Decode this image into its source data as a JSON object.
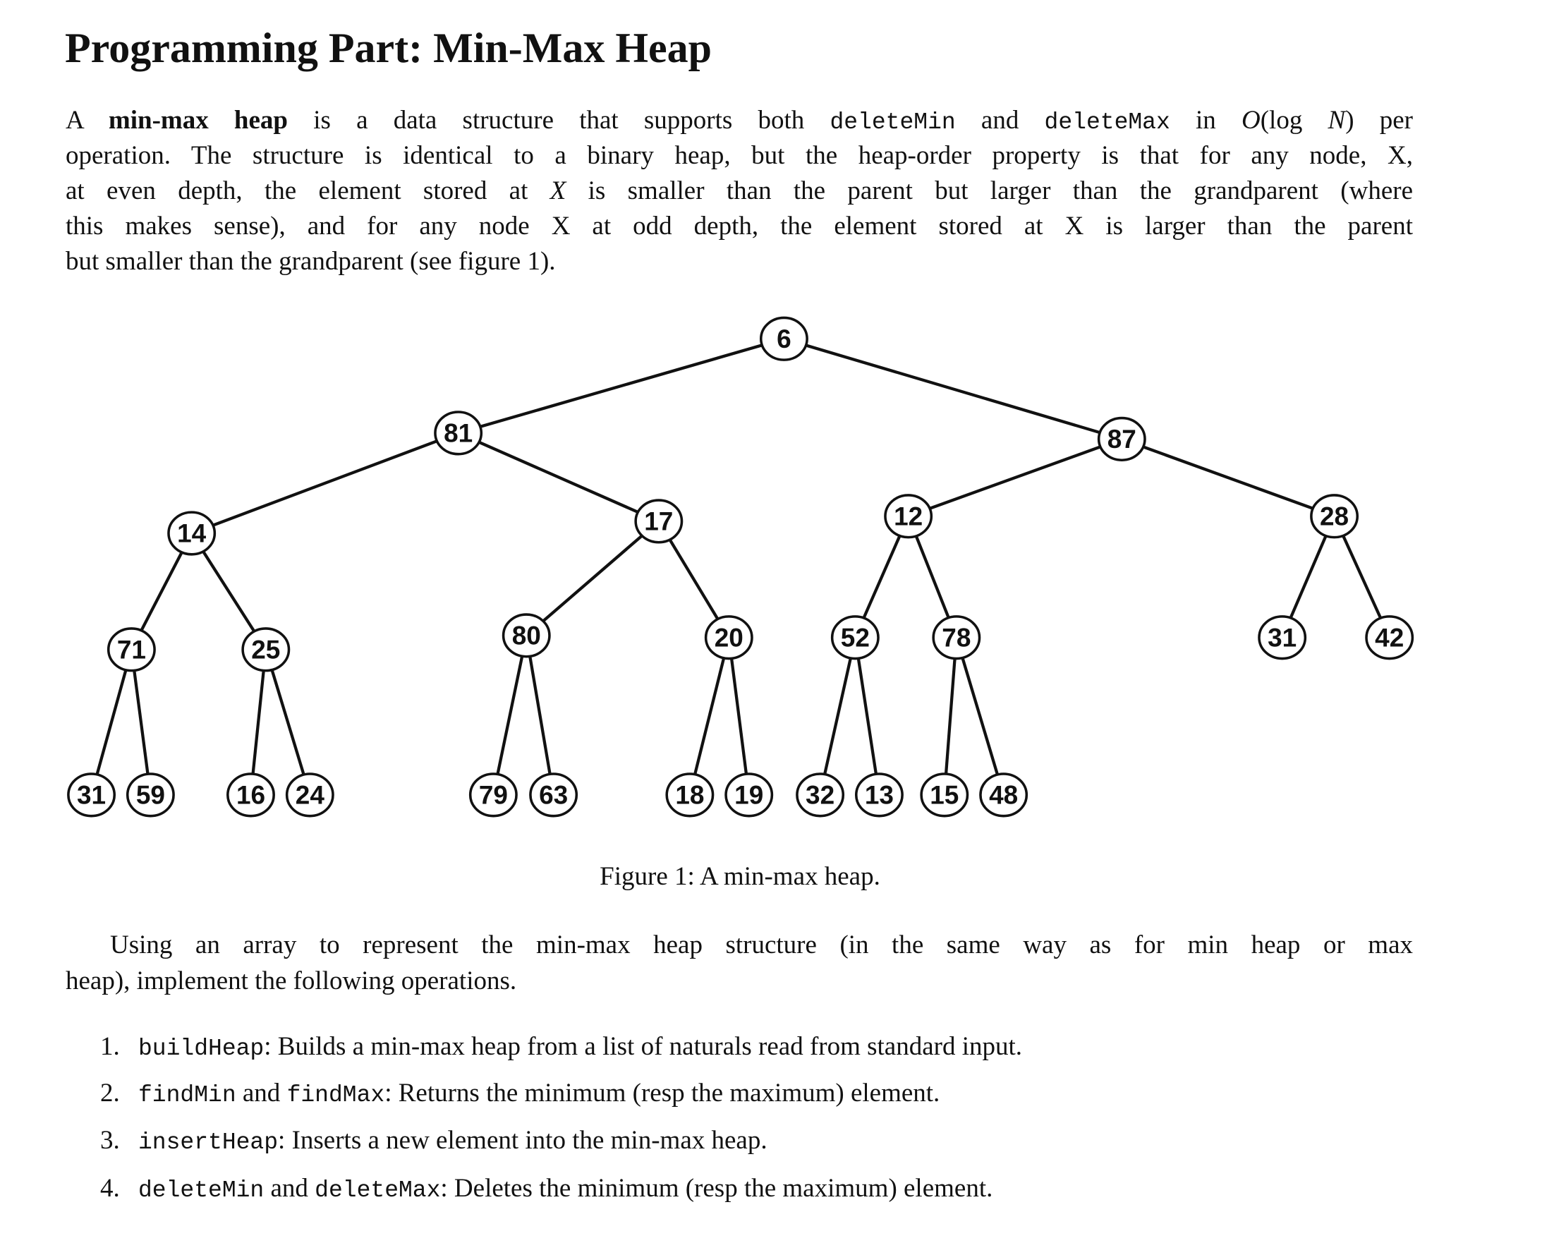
{
  "title": "Programming Part: Min-Max Heap",
  "intro": {
    "l1": [
      "A ",
      "min-max heap",
      " is a data structure that supports both ",
      "deleteMin",
      " and ",
      "deleteMax",
      " in ",
      "O",
      "(log ",
      "N",
      ") per"
    ],
    "l2": "operation. The structure is identical to a binary heap, but the heap-order property is that for any node, X,",
    "l3": [
      "at even depth, the element stored at ",
      "X",
      " is smaller than the parent but larger than the grandparent (where"
    ],
    "l4": "this makes sense), and for any node X at odd depth, the element stored at X is larger than the parent",
    "l5": "but smaller than the grandparent (see figure 1)."
  },
  "figure": {
    "heap": [
      6,
      81,
      87,
      14,
      17,
      12,
      28,
      71,
      25,
      80,
      20,
      52,
      78,
      31,
      42,
      31,
      59,
      16,
      24,
      79,
      63,
      18,
      19,
      32,
      13,
      15,
      48
    ],
    "caption": "Figure 1: A min-max heap."
  },
  "para2": {
    "l1": "Using an array to represent the min-max heap structure (in the same way as for min heap or max",
    "l2": "heap), implement the following operations."
  },
  "operations": [
    {
      "num": "1.",
      "code1": "buildHeap",
      "mid": "",
      "code2": "",
      "desc": ": Builds a min-max heap from a list of naturals read from standard input."
    },
    {
      "num": "2.",
      "code1": "findMin",
      "mid": " and ",
      "code2": "findMax",
      "desc": ": Returns the minimum (resp the maximum) element."
    },
    {
      "num": "3.",
      "code1": "insertHeap",
      "mid": "",
      "code2": "",
      "desc": ": Inserts a new element into the min-max heap."
    },
    {
      "num": "4.",
      "code1": "deleteMin",
      "mid": " and ",
      "code2": "deleteMax",
      "desc": ": Deletes the minimum (resp the maximum) element."
    }
  ]
}
